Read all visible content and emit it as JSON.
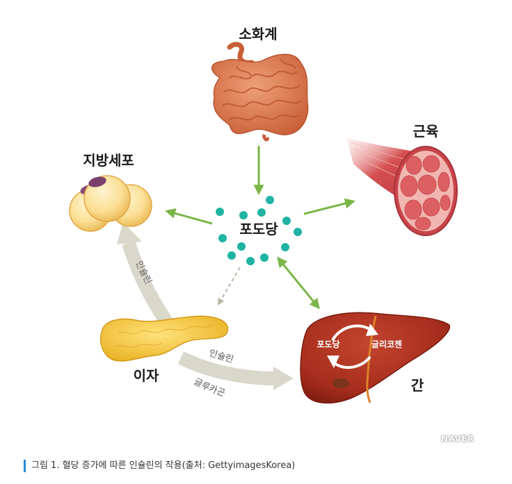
{
  "labels": {
    "digestive": "소화계",
    "muscle": "근육",
    "fat_cell": "지방세포",
    "glucose": "포도당",
    "pancreas": "이자",
    "liver": "간"
  },
  "arrow_labels": {
    "insulin_up": "인슐린",
    "insulin_right": "인슐린",
    "glucagon": "글루카곤"
  },
  "liver_cycle": {
    "left": "포도당",
    "right": "글리코젠"
  },
  "watermark": "NAVER",
  "caption": "그림 1. 혈당 증가에 따른 인슐린의 작용(출처: GettyimagesKorea)",
  "colors": {
    "arrow_green": "#7ab648",
    "glucose_dot": "#1fb3a3",
    "big_arrow": "#dad8cb",
    "liver": "#a52d1c",
    "pancreas": "#f3c43a",
    "intestine": "#d9764c",
    "fat": "#f8d98a",
    "muscle": "#d04a4e",
    "caption_bar": "#2b8ad6"
  }
}
